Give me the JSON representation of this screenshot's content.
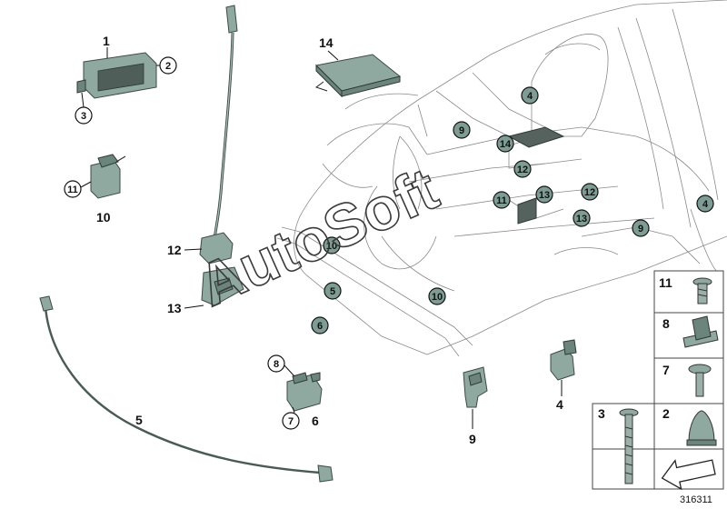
{
  "diagram": {
    "part_labels": {
      "p1": "1",
      "p2": "2",
      "p3": "3",
      "p4": "4",
      "p5": "5",
      "p6": "6",
      "p7": "7",
      "p8": "8",
      "p9": "9",
      "p10": "10",
      "p11": "11",
      "p12": "12",
      "p13": "13",
      "p14": "14"
    },
    "car_callouts": [
      "4",
      "9",
      "14",
      "12",
      "13",
      "11",
      "12",
      "13",
      "4",
      "9",
      "10",
      "10",
      "5",
      "6"
    ],
    "hardware_grid": {
      "cells": [
        "11",
        "8",
        "7",
        "3",
        "2",
        ""
      ]
    },
    "watermark": "AutoSoft",
    "reference_number": "316311",
    "colors": {
      "part": "#8fa8a0",
      "callout_fill": "#7e9c93"
    }
  }
}
